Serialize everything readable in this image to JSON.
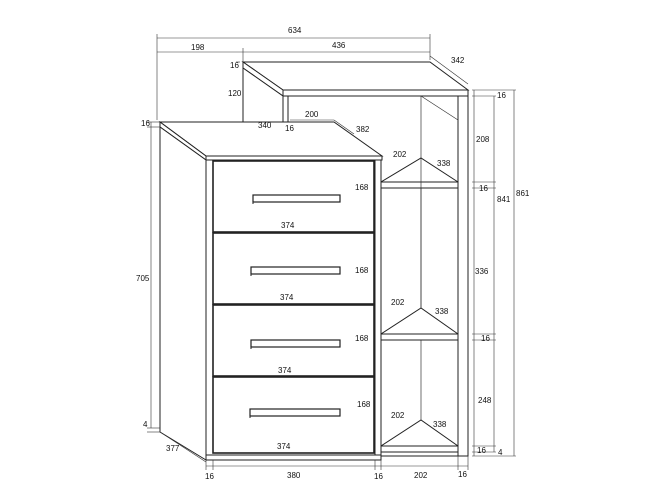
{
  "diagram": {
    "dimensions": {
      "total_width": "634",
      "left_offset": "198",
      "top_box_width": "436",
      "top_box_depth": "342",
      "top_thickness": "16",
      "top_box_height": "120",
      "side_depth": "340",
      "side_thickness": "16",
      "inner_width_top": "200",
      "inner_depth_top": "382",
      "cabinet_top_thickness": "16",
      "cabinet_height": "705",
      "base_thickness": "4",
      "cabinet_depth": "377",
      "shelf1_width": "202",
      "shelf1_depth": "338",
      "shelf2_width": "202",
      "shelf2_depth": "338",
      "shelf3_width": "202",
      "shelf3_depth": "338",
      "drawer1_height": "168",
      "drawer1_width": "374",
      "drawer2_height": "168",
      "drawer2_width": "374",
      "drawer3_height": "168",
      "drawer3_width": "374",
      "drawer4_height": "168",
      "drawer4_width": "374",
      "right_top_thickness": "16",
      "right_gap_top": "208",
      "right_shelf1_thickness": "16",
      "right_gap_mid": "336",
      "right_shelf2_thickness": "16",
      "right_gap_bottom": "248",
      "right_bottom_thickness": "16",
      "right_base": "4",
      "right_inner_height": "841",
      "total_height": "861",
      "bottom_left_panel": "16",
      "bottom_cabinet_width": "380",
      "bottom_mid_panel": "16",
      "bottom_shelf_width": "202",
      "bottom_right_panel": "16"
    }
  }
}
